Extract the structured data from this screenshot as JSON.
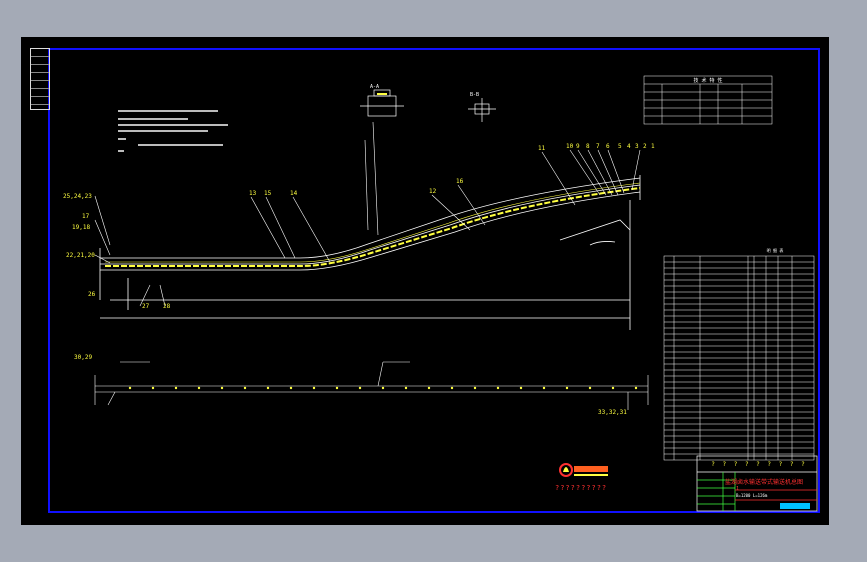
{
  "drawing": {
    "title_block": {
      "title": "盐湖卤水输送带式输送机总图",
      "client": "? ? ? ? ? ? ? ? ?",
      "drawing_no": "1",
      "scale": "B=1200  L=126m"
    },
    "logo": {
      "caption": "??????????"
    },
    "part_labels_top": [
      "11",
      "10",
      "9",
      "8",
      "7",
      "6",
      "5",
      "4",
      "3",
      "2",
      "1"
    ],
    "part_labels_left": [
      "25,24,23",
      "17",
      "19,18",
      "22,21,20",
      "26",
      "27",
      "28"
    ],
    "part_labels_mid": [
      "13",
      "15",
      "14",
      "12",
      "16"
    ],
    "part_labels_bottom": [
      "30,29",
      "33,32,31"
    ],
    "section_labels": [
      "A-A",
      "B-B"
    ],
    "tech_table_title": "技  术  特  性",
    "bom_header": "明    细    表"
  },
  "colors": {
    "background": "#000000",
    "frame": "#1010ff",
    "belt": "#ffff40",
    "lines": "#ffffff",
    "titleblock_red": "#ff3030",
    "titleblock_green": "#40ff40",
    "titleblock_cyan": "#00c0ff"
  }
}
